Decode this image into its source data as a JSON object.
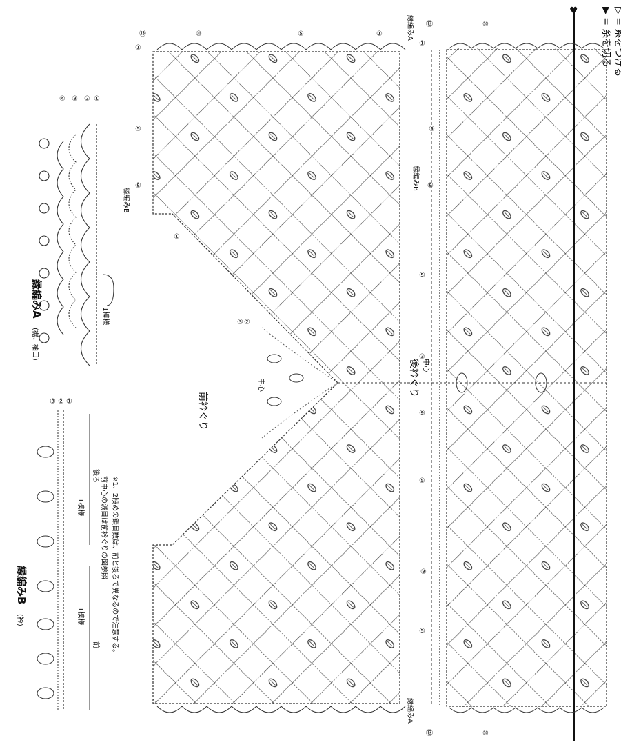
{
  "legend": {
    "attach_label": "▷ = 糸をつける",
    "cut_label": "▶ = 糸を切る"
  },
  "edge_a": {
    "title": "縁編みA",
    "title_note": "(裾、袖口)",
    "repeat_label": "1模様",
    "rows": [
      "④",
      "③",
      "②",
      "①"
    ]
  },
  "edge_b": {
    "title": "縁編みB",
    "title_note": "(衿)",
    "repeat_label_front": "1模様",
    "repeat_label_back": "1模様",
    "front_label": "前",
    "back_label": "後ろ",
    "rows": [
      "③",
      "②",
      "①"
    ],
    "notes": [
      "※1、2段めの鎖目数は、前と後ろで異なるので注意する。",
      "前中心の減目は前衿ぐりの図参照"
    ]
  },
  "diagram": {
    "front_neckline": "前衿ぐり",
    "back_neckline": "後衿ぐり",
    "center": "中心",
    "heart": "♥",
    "edge_a_label": "縁編みA",
    "edge_b_label": "縁編みB",
    "row_numbers": [
      "⑬",
      "⑩",
      "⑤",
      "①",
      "⑧",
      "③",
      "②",
      "⑨"
    ]
  }
}
